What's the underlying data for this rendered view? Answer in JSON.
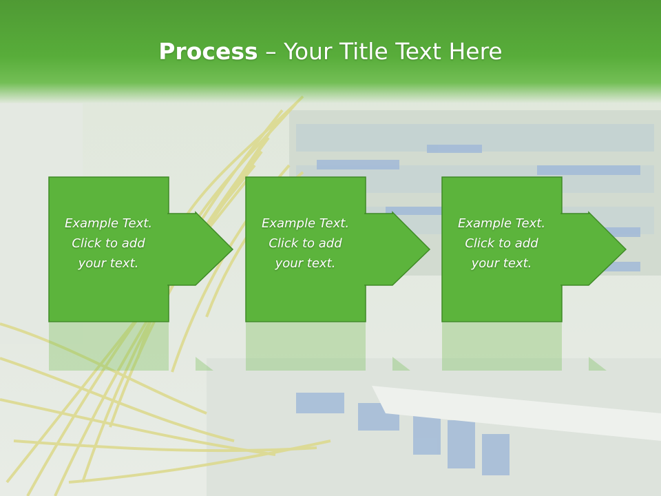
{
  "slide": {
    "title_bold": "Process",
    "title_rest": " – Your Title Text Here"
  },
  "steps": [
    {
      "line1": "Example Text.",
      "line2": "Click  to add",
      "line3": "your text."
    },
    {
      "line1": "Example Text.",
      "line2": "Click  to add",
      "line3": "your text."
    },
    {
      "line1": "Example Text.",
      "line2": "Click  to add",
      "line3": "your text."
    }
  ],
  "colors": {
    "header_green": "#58ad3a",
    "step_fill": "#5cb43c",
    "step_border": "#3f8a26"
  }
}
